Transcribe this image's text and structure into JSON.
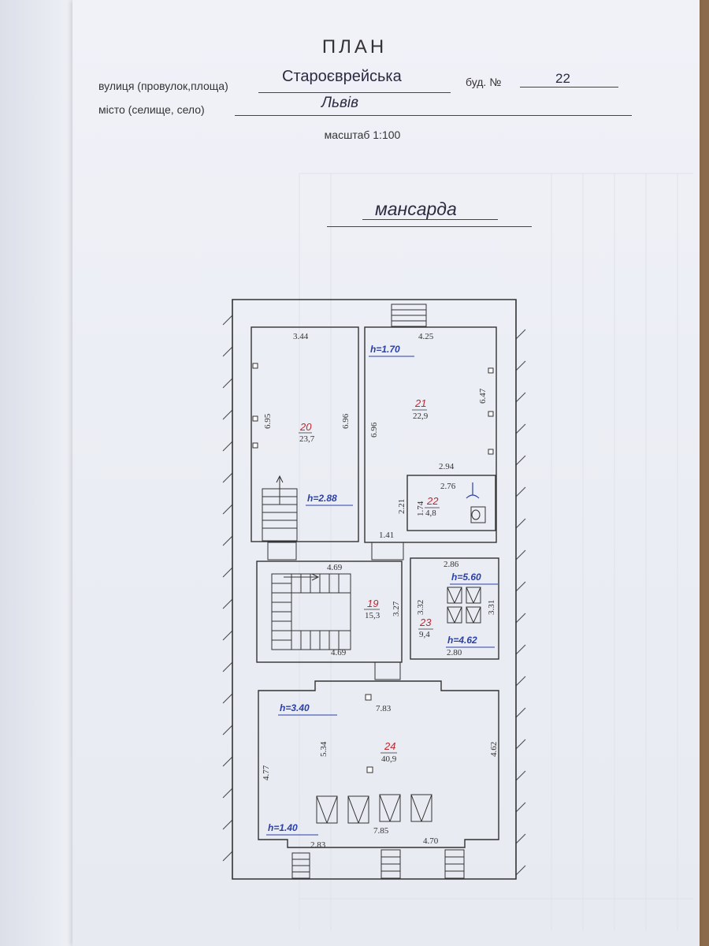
{
  "header": {
    "title": "ПЛАН",
    "street_label": "вулиця (провулок,площа)",
    "street_value": "Староєврейська",
    "building_label": "буд. №",
    "building_value": "22",
    "city_label": "місто (селище, село)",
    "city_value": "Львів",
    "scale": "масштаб 1:100"
  },
  "floor_name": "мансарда",
  "rooms": [
    {
      "number": "20",
      "area": "23,7"
    },
    {
      "number": "21",
      "area": "22,9"
    },
    {
      "number": "22",
      "area": "4,8"
    },
    {
      "number": "19",
      "area": "15,3"
    },
    {
      "number": "23",
      "area": "9,4"
    },
    {
      "number": "24",
      "area": "40,9"
    }
  ],
  "heights": [
    "h=1.70",
    "h=2.88",
    "h=5.60",
    "h=4.62",
    "h=3.40",
    "h=1.40"
  ],
  "dimensions": {
    "r20_top": "3.44",
    "r20_left": "6.95",
    "r20_right": "6.96",
    "r21_top": "4.25",
    "r21_left": "6.96",
    "r21_right": "6.47",
    "r21_bottom": "2.94",
    "r22_top": "2.76",
    "r22_left_a": "2.21",
    "r22_left_b": "1.74",
    "corridor": "1.41",
    "r19_top": "4.69",
    "r19_bottom": "4.69",
    "r19_right": "3.27",
    "r23_top": "2.86",
    "r23_left": "3.32",
    "r23_right": "3.31",
    "r23_bottom": "2.80",
    "r24_top": "7.83",
    "r24_inner": "5.34",
    "r24_left": "4.77",
    "r24_right": "4.62",
    "r24_bottom": "7.85",
    "r24_bl": "2.83",
    "r24_br": "4.70"
  }
}
